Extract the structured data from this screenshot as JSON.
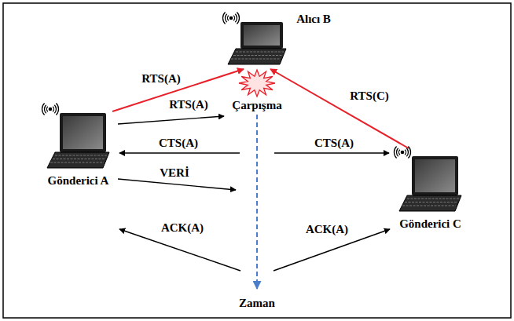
{
  "diagram": {
    "nodes": [
      {
        "text": [
          "Alıcı B"
        ]
      },
      {
        "text": [
          "Gönderici A"
        ]
      },
      {
        "text": [
          "Gönderici C"
        ]
      }
    ],
    "edges": [
      {
        "from": 1,
        "to": 0,
        "label": "RTS(A)",
        "arrow": "to"
      },
      {
        "from": 2,
        "to": 0,
        "label": "RTS(C)",
        "arrow": "to"
      }
    ],
    "labels": [
      "Çarpışma",
      "RTS(A)",
      "CTS(A)",
      "CTS(A)",
      "VERİ",
      "ACK(A)",
      "ACK(A)",
      "Zaman"
    ]
  }
}
